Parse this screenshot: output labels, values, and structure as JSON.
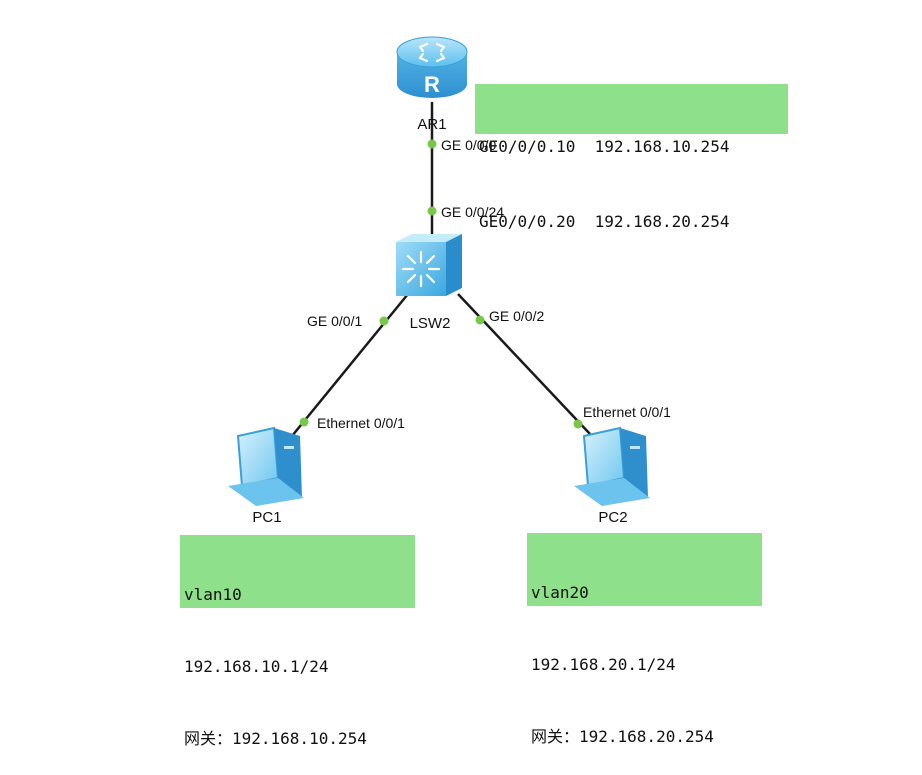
{
  "devices": {
    "router": {
      "name": "AR1",
      "glyph": "R"
    },
    "switch": {
      "name": "LSW2"
    },
    "pc1": {
      "name": "PC1"
    },
    "pc2": {
      "name": "PC2"
    }
  },
  "ports": {
    "router_ge": "GE 0/0/0",
    "switch_uplink": "GE 0/0/24",
    "switch_p1": "GE 0/0/1",
    "switch_p2": "GE 0/0/2",
    "pc1_eth": "Ethernet 0/0/1",
    "pc2_eth": "Ethernet 0/0/1"
  },
  "notes": {
    "router": [
      "GE0/0/0.10  192.168.10.254",
      "GE0/0/0.20  192.168.20.254"
    ],
    "pc1": [
      "vlan10",
      "192.168.10.1/24",
      "网关：192.168.10.254"
    ],
    "pc2": [
      "vlan20",
      "192.168.20.1/24",
      "网关：192.168.20.254"
    ]
  },
  "colors": {
    "note_bg": "#8ee08a",
    "port_dot": "#79c74a",
    "device_blue": "#4fb6ea",
    "link": "#1a1a1a"
  }
}
